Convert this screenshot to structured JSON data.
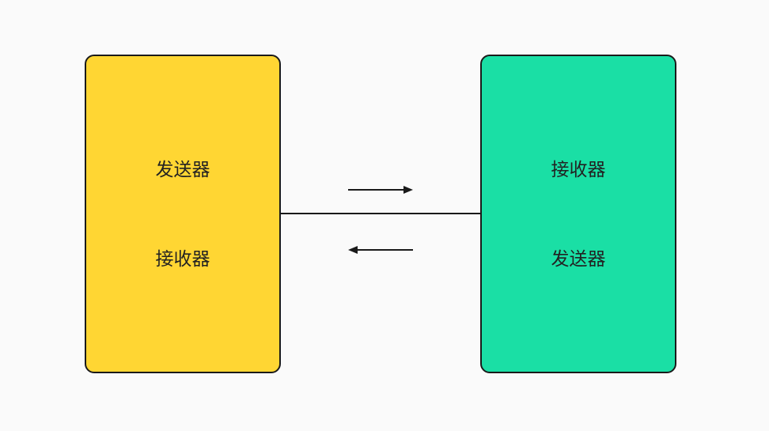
{
  "left_box": {
    "top_label": "发送器",
    "bottom_label": "接收器",
    "color": "#FFD633"
  },
  "right_box": {
    "top_label": "接收器",
    "bottom_label": "发送器",
    "color": "#1ADFA5"
  },
  "colors": {
    "background": "#FAFAFA",
    "stroke": "#1A1A1A"
  }
}
